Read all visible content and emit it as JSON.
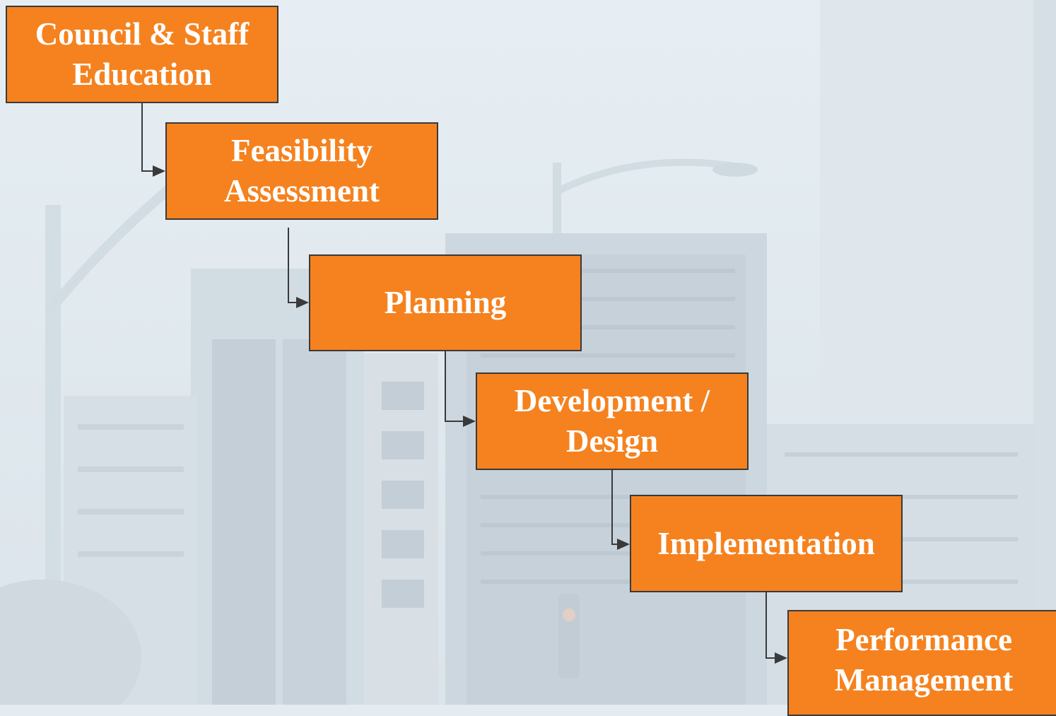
{
  "diagram": {
    "steps": [
      {
        "label": "Council & Staff\nEducation"
      },
      {
        "label": "Feasibility\nAssessment"
      },
      {
        "label": "Planning"
      },
      {
        "label": "Development /\nDesign"
      },
      {
        "label": "Implementation"
      },
      {
        "label": "Performance\nManagement"
      }
    ],
    "colors": {
      "box_fill": "#f5821f",
      "box_border": "#3a3a3a",
      "box_text": "#ffffff",
      "connector": "#3a3a3a"
    }
  }
}
